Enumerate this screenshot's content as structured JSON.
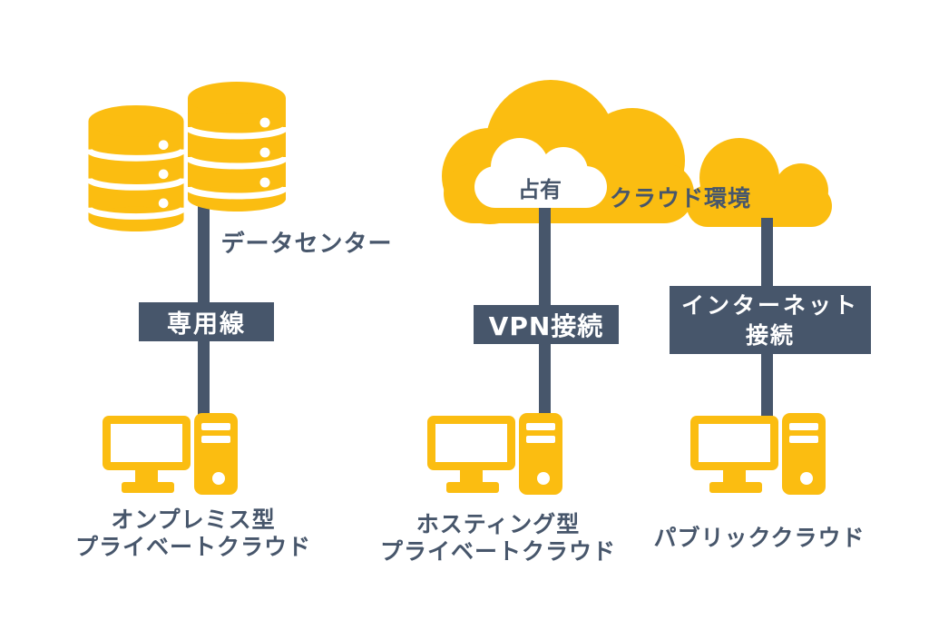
{
  "colors": {
    "amber": "#FBBD11",
    "navy": "#47566B",
    "white": "#ffffff"
  },
  "cloud": {
    "environment_label": "クラウド環境",
    "dedicated_label": "占有"
  },
  "sections": {
    "onpremise": {
      "datacenter_label": "データセンター",
      "connection": "専用線",
      "caption_line1": "オンプレミス型",
      "caption_line2": "プライベートクラウド"
    },
    "hosting": {
      "connection": "VPN接続",
      "caption_line1": "ホスティング型",
      "caption_line2": "プライベートクラウド"
    },
    "public": {
      "connection_line1": "インターネット",
      "connection_line2": "接続",
      "caption": "パブリッククラウド"
    }
  },
  "icons": {
    "database": "database-stack-icon",
    "cloud": "cloud-icon",
    "inner_cloud": "small-cloud-icon",
    "computer": "desktop-computer-icon"
  }
}
